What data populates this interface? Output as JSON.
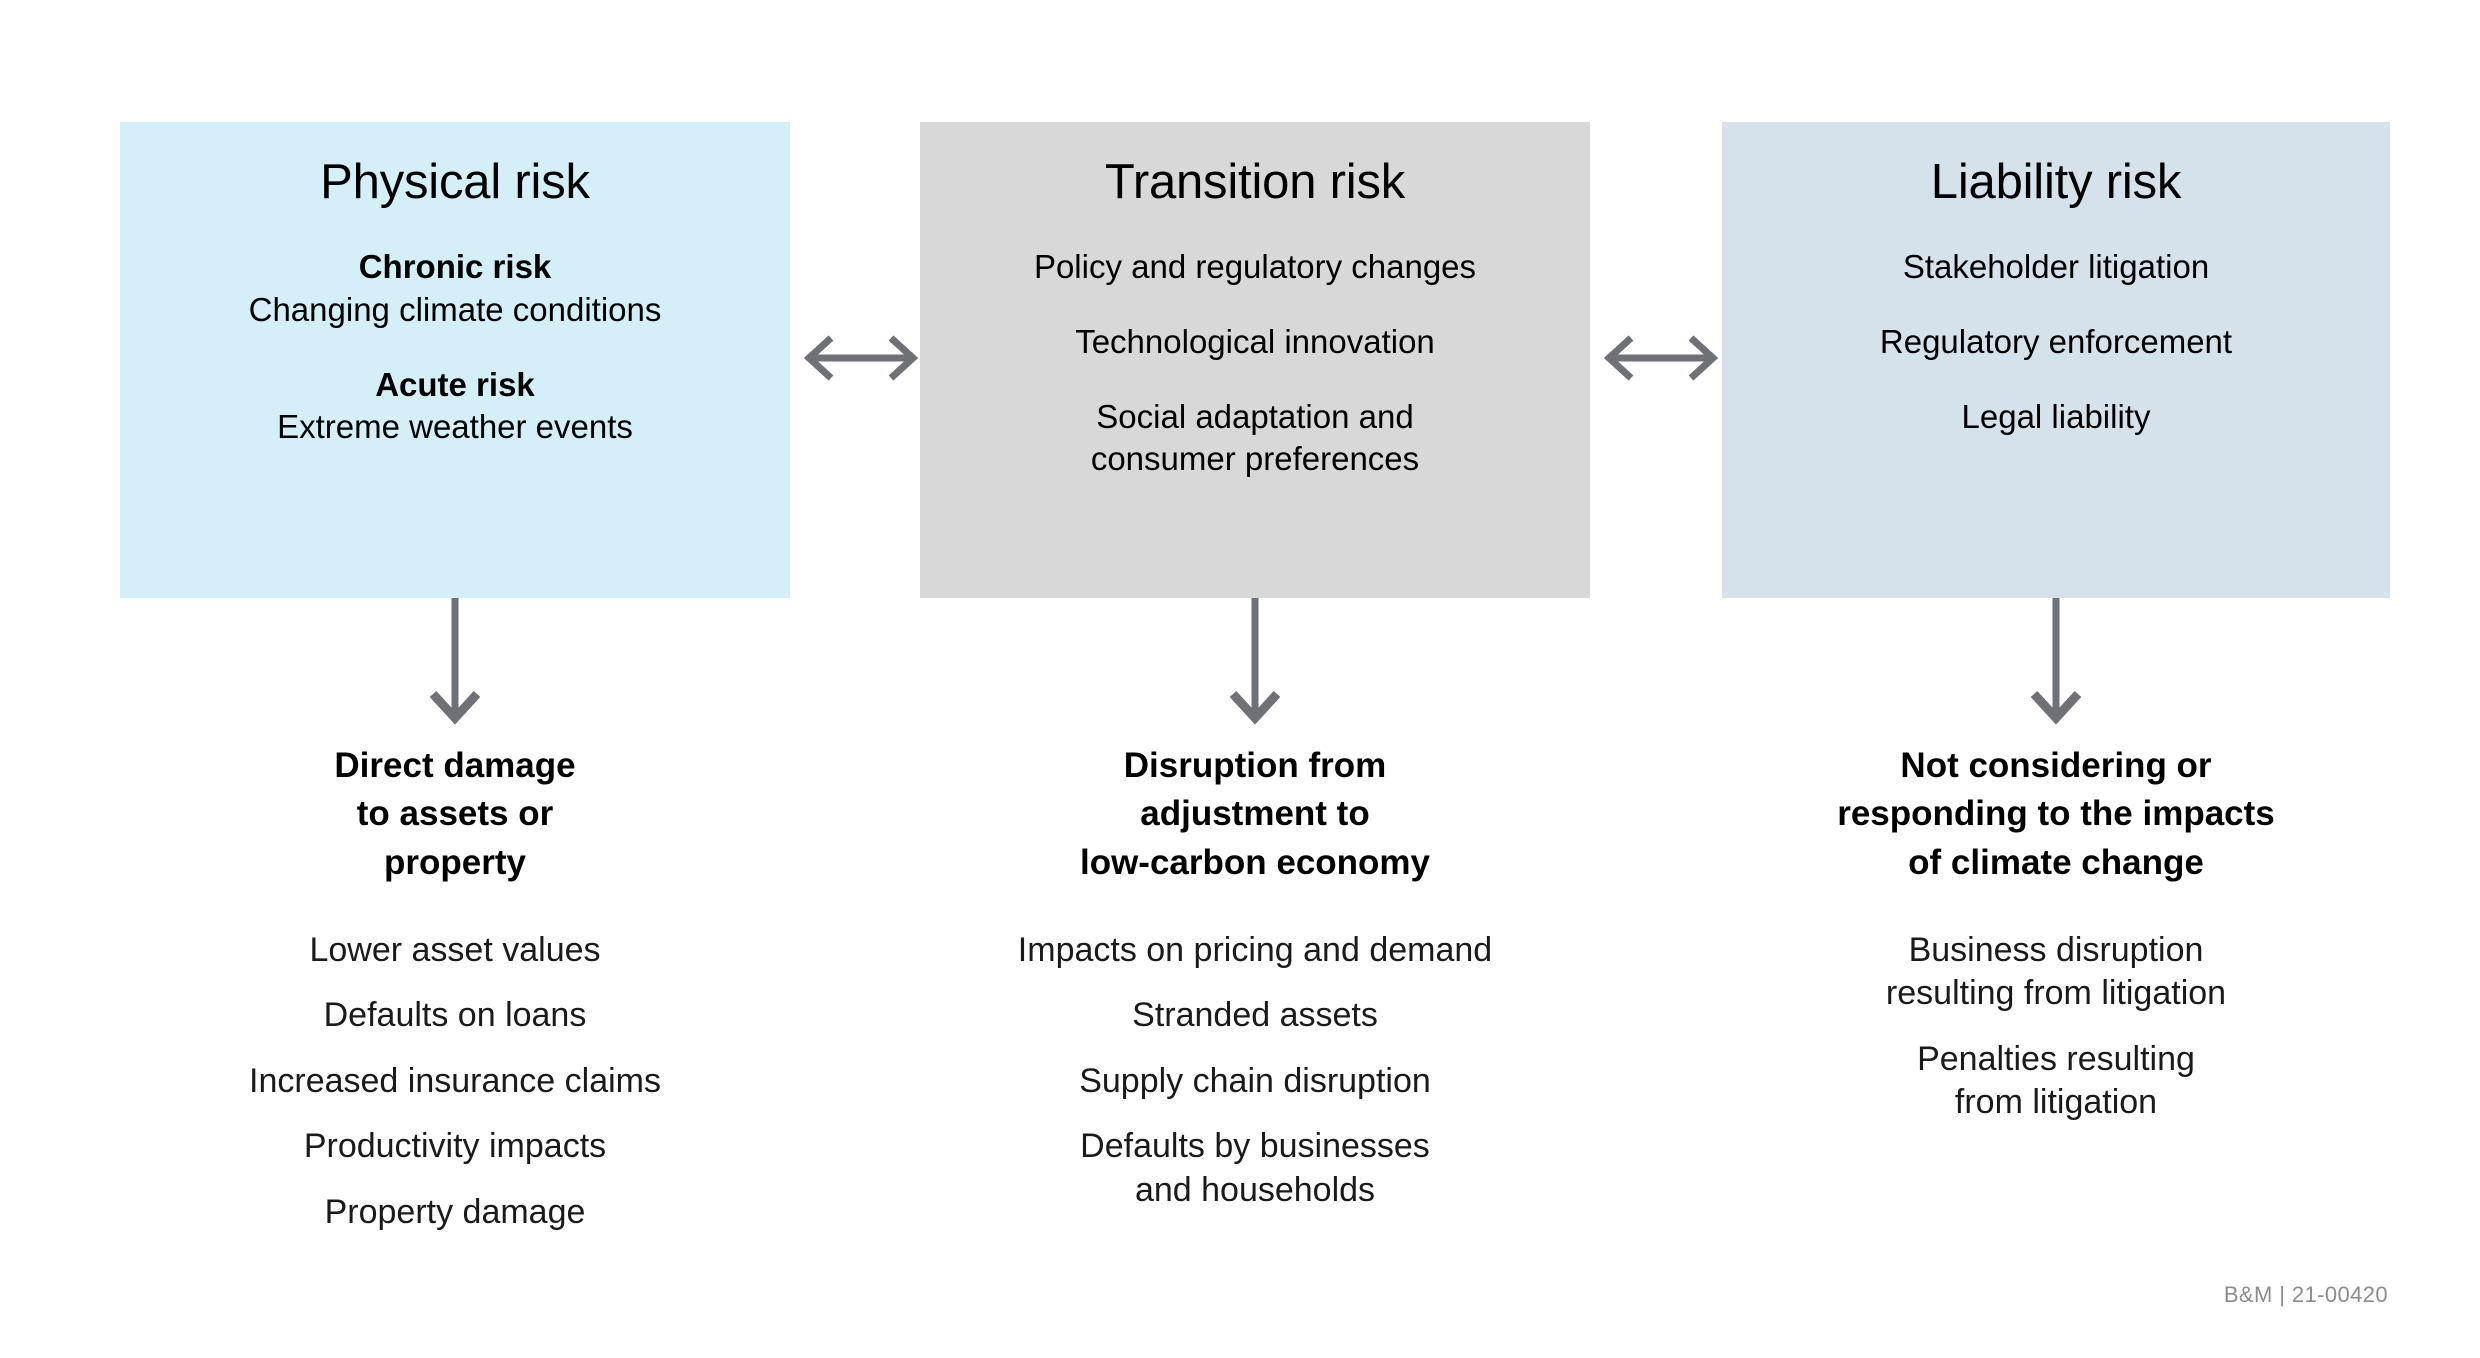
{
  "colors": {
    "physical_box": "#d4eff7",
    "transition_box": "#d8d8d8",
    "liability_box": "#d6e2eb",
    "arrow": "#6e7276",
    "text": "#000000",
    "footer_text": "#8c8c8c",
    "page_background": "#ffffff"
  },
  "columns": [
    {
      "id": "physical",
      "box": {
        "title": "Physical risk",
        "lines": [
          {
            "text": "Chronic risk",
            "bold": true,
            "gap": false
          },
          {
            "text": "Changing climate conditions",
            "bold": false,
            "gap": false
          },
          {
            "text": "Acute risk",
            "bold": true,
            "gap": true
          },
          {
            "text": "Extreme weather events",
            "bold": false,
            "gap": false
          }
        ]
      },
      "arrow_down": "down-arrow-icon",
      "outcome": {
        "heading": "Direct damage\nto assets or\nproperty",
        "items": [
          "Lower asset values",
          "Defaults on loans",
          "Increased insurance claims",
          "Productivity impacts",
          "Property damage"
        ]
      }
    },
    {
      "id": "transition",
      "box": {
        "title": "Transition risk",
        "lines": [
          {
            "text": "Policy and regulatory changes",
            "bold": false,
            "gap": false
          },
          {
            "text": "Technological innovation",
            "bold": false,
            "gap": true
          },
          {
            "text": "Social adaptation and\nconsumer preferences",
            "bold": false,
            "gap": true
          }
        ]
      },
      "arrow_down": "down-arrow-icon",
      "outcome": {
        "heading": "Disruption from\nadjustment to\nlow-carbon economy",
        "items": [
          "Impacts on pricing and demand",
          "Stranded assets",
          "Supply chain disruption",
          "Defaults by businesses\nand households"
        ]
      }
    },
    {
      "id": "liability",
      "box": {
        "title": "Liability risk",
        "lines": [
          {
            "text": "Stakeholder litigation",
            "bold": false,
            "gap": false
          },
          {
            "text": "Regulatory enforcement",
            "bold": false,
            "gap": true
          },
          {
            "text": "Legal liability",
            "bold": false,
            "gap": true
          }
        ]
      },
      "arrow_down": "down-arrow-icon",
      "outcome": {
        "heading": "Not considering or\nresponding to the impacts\nof climate change",
        "items": [
          "Business disruption\nresulting from litigation",
          "Penalties resulting\nfrom litigation"
        ]
      }
    }
  ],
  "connectors": [
    {
      "id": "physical-transition",
      "icon": "double-headed-horizontal-arrow-icon"
    },
    {
      "id": "transition-liability",
      "icon": "double-headed-horizontal-arrow-icon"
    }
  ],
  "footer": {
    "text": "B&M | 21-00420"
  }
}
